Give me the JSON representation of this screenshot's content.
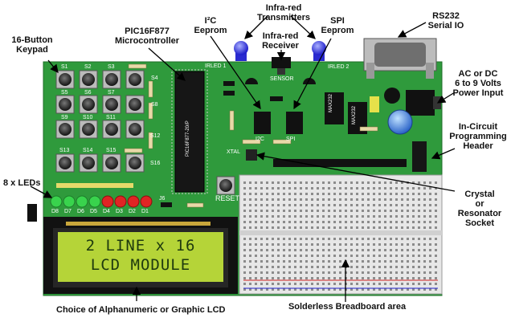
{
  "labels": {
    "infrared_transmitters": [
      "Infra-red",
      "Transmitters"
    ],
    "i2c_eeprom": [
      "I²C",
      "Eeprom"
    ],
    "spi_eeprom": [
      "SPI",
      "Eeprom"
    ],
    "rs232": [
      "RS232",
      "Serial IO"
    ],
    "keypad": [
      "16-Button",
      "Keypad"
    ],
    "pic": [
      "PIC16F877",
      "Microcontroller"
    ],
    "infrared_receiver": [
      "Infra-red",
      "Receiver"
    ],
    "power": [
      "AC or DC",
      "6 to 9 Volts",
      "Power Input"
    ],
    "icsp": [
      "In-Circuit",
      "Programming",
      "Header"
    ],
    "leds": "8 x LEDs",
    "crystal": [
      "Crystal",
      "or",
      "Resonator",
      "Socket"
    ],
    "lcd": "Choice of Alphanumeric or Graphic LCD",
    "breadboard": "Solderless Breadboard area"
  },
  "lcd_display": {
    "line1": "2 LINE x 16",
    "line2": "LCD MODULE"
  },
  "silkscreen": {
    "irled1": "IRLED 1",
    "irled2": "IRLED 2",
    "sensor": "SENSOR",
    "i2c": "I2C",
    "spi": "SPI",
    "xtal": "XTAL",
    "reset": "RESET",
    "j6": "J6",
    "max232a": "MAX232",
    "max232b": "MAX232",
    "pic_chip": "PIC16F877-20/P",
    "keys": [
      "S1",
      "S2",
      "S3",
      "S4",
      "S5",
      "S6",
      "S7",
      "S8",
      "S9",
      "S10",
      "S11",
      "S12",
      "S13",
      "S14",
      "S15",
      "S16"
    ],
    "leds": [
      "D8",
      "D7",
      "D6",
      "D5",
      "D4",
      "D3",
      "D2",
      "D1"
    ]
  },
  "colors": {
    "board": "#2f9a3c",
    "lcd_bg": "#b5d438",
    "led_green": "#39d34d",
    "led_red": "#e02424",
    "ir_led": "#4747ff",
    "arrow": "#000000"
  }
}
